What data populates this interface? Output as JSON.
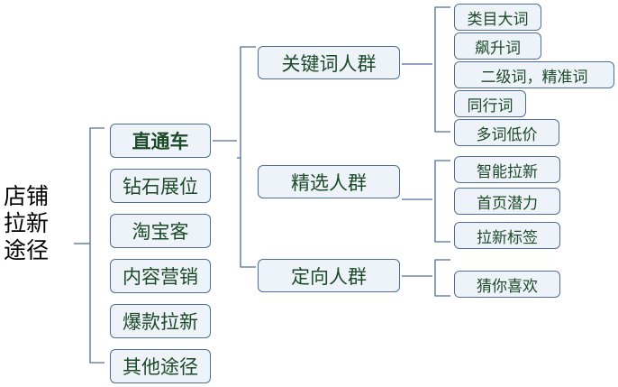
{
  "root_label": "店铺\n拉新\n途径",
  "level1": [
    "直通车",
    "钻石展位",
    "淘宝客",
    "内容营销",
    "爆款拉新",
    "其他途径"
  ],
  "level2": [
    "关键词人群",
    "精选人群",
    "定向人群"
  ],
  "keyword_children": [
    "类目大词",
    "飙升词",
    "二级词，精准词",
    "同行词",
    "多词低价"
  ],
  "selected_children": [
    "智能拉新",
    "首页潜力",
    "拉新标签"
  ],
  "targeted_children": [
    "猜你喜欢"
  ],
  "colors": {
    "box_fill": "#eef3fa",
    "box_border": "#4f6e95",
    "text": "#1c4a28",
    "line": "#4f6e95"
  }
}
